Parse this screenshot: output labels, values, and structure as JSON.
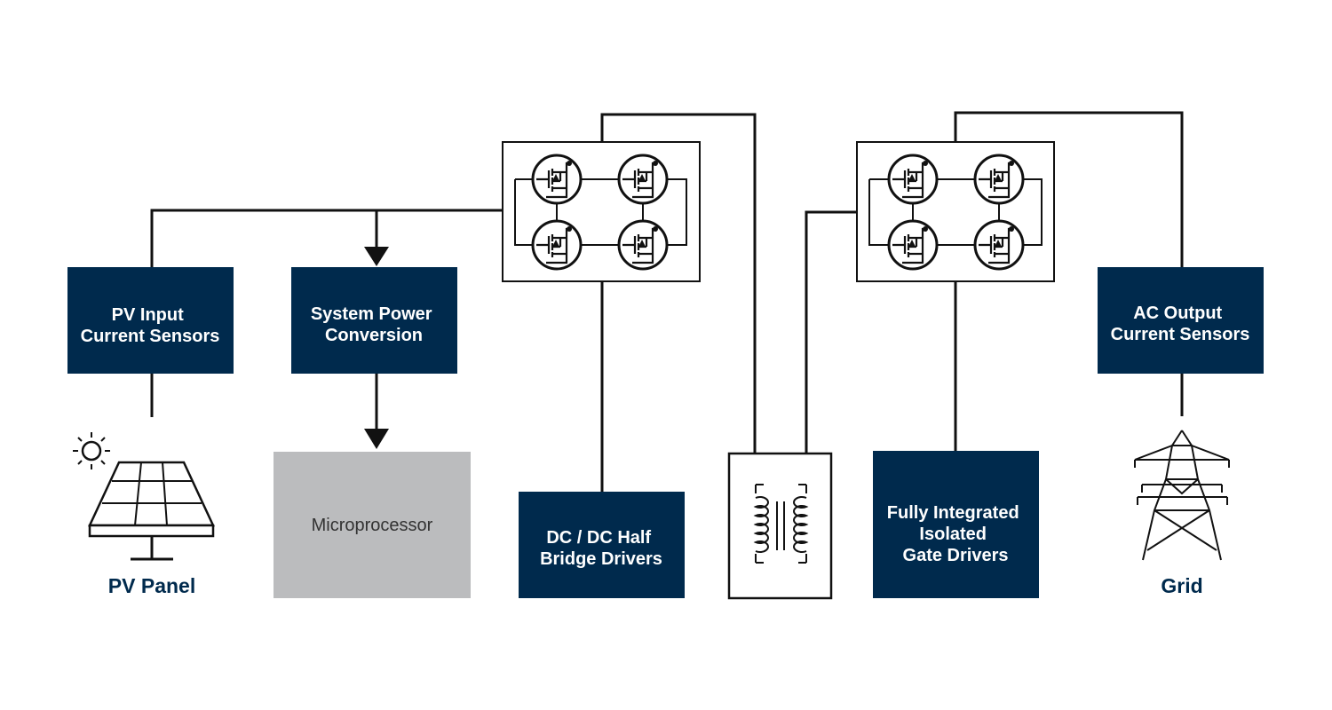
{
  "colors": {
    "navy": "#002a4d",
    "grey_block": "#bbbcbe",
    "line": "#111111",
    "white": "#ffffff"
  },
  "blocks": {
    "pv_sensors": {
      "lines": [
        "PV Input",
        "Current  Sensors"
      ]
    },
    "power_conversion": {
      "lines": [
        "System Power",
        "Conversion"
      ]
    },
    "microprocessor": {
      "label": "Microprocessor"
    },
    "half_bridge": {
      "lines": [
        "DC / DC Half",
        "Bridge Drivers"
      ]
    },
    "gate_drivers": {
      "lines": [
        "Fully Integrated",
        "Isolated",
        "Gate Drivers"
      ]
    },
    "ac_sensors": {
      "lines": [
        "AC Output",
        "Current  Sensors"
      ]
    }
  },
  "captions": {
    "pv_panel": "PV Panel",
    "grid": "Grid"
  },
  "icons": {
    "sun": "sun-icon",
    "solar_panel": "solar-panel-icon",
    "transformer": "transformer-icon",
    "mosfet": "mosfet-icon",
    "tower": "power-tower-icon"
  }
}
